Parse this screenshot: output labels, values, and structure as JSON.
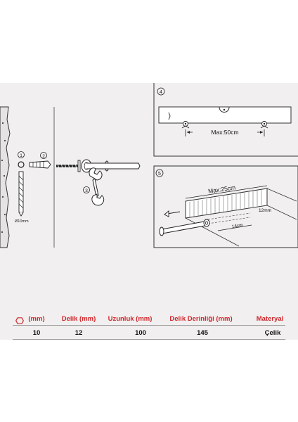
{
  "steps": {
    "s1": "1",
    "s2": "2",
    "s3": "3",
    "s4": "4",
    "s5": "5"
  },
  "drill_label": "Ø10mm",
  "panel4": {
    "max_label": "Max:50cm"
  },
  "panel5": {
    "max_label": "Max:25cm",
    "dim_12": "12mm",
    "dim_14": "14cm"
  },
  "spec_table": {
    "headers": {
      "hex": "(mm)",
      "hole": "Delik (mm)",
      "length": "Uzunluk (mm)",
      "depth": "Delik Derinliği (mm)",
      "material": "Materyal"
    },
    "values": {
      "hex": "10",
      "hole": "12",
      "length": "100",
      "depth": "145",
      "material": "Çelik"
    },
    "hex_icon": "hexagon-icon",
    "header_color": "#d0262b"
  }
}
